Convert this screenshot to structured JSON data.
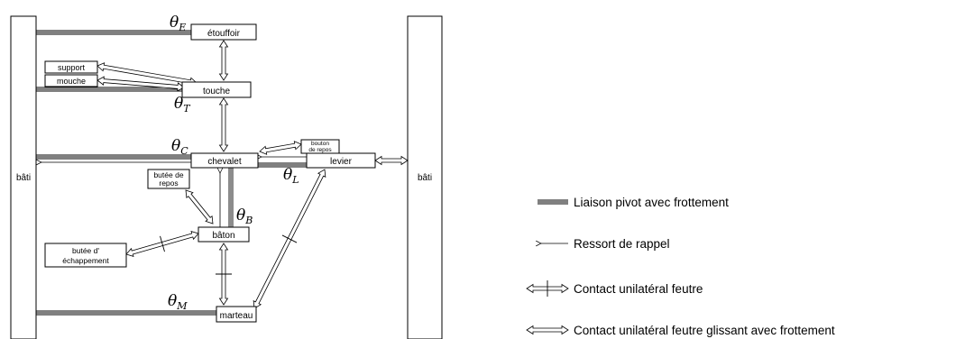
{
  "diagram": {
    "frame_left_label": "bâti",
    "frame_right_label": "bâti",
    "parts": {
      "etouffoir": "étouffoir",
      "touche": "touche",
      "chevalet": "chevalet",
      "levier": "levier",
      "baton": "bâton",
      "marteau": "marteau",
      "support": "support",
      "mouche": "mouche",
      "butee_repos_1": "butée de",
      "butee_repos_2": "repos",
      "bouton_repos_1": "bouton",
      "bouton_repos_2": "de repos",
      "butee_echappement_1": "butée d'",
      "butee_echappement_2": "échappement"
    },
    "angles": {
      "E": {
        "base": "θ",
        "sub": "E"
      },
      "T": {
        "base": "θ",
        "sub": "T"
      },
      "C": {
        "base": "θ",
        "sub": "C"
      },
      "L": {
        "base": "θ",
        "sub": "L"
      },
      "B": {
        "base": "θ",
        "sub": "B"
      },
      "M": {
        "base": "θ",
        "sub": "M"
      }
    }
  },
  "legend": [
    {
      "symbol": "pivot-friction",
      "label": "Liaison pivot avec frottement"
    },
    {
      "symbol": "return-spring",
      "label": "Ressort de rappel"
    },
    {
      "symbol": "felt-contact",
      "label": "Contact unilatéral feutre"
    },
    {
      "symbol": "sliding-felt-contact",
      "label": "Contact unilatéral feutre glissant avec frottement"
    }
  ]
}
